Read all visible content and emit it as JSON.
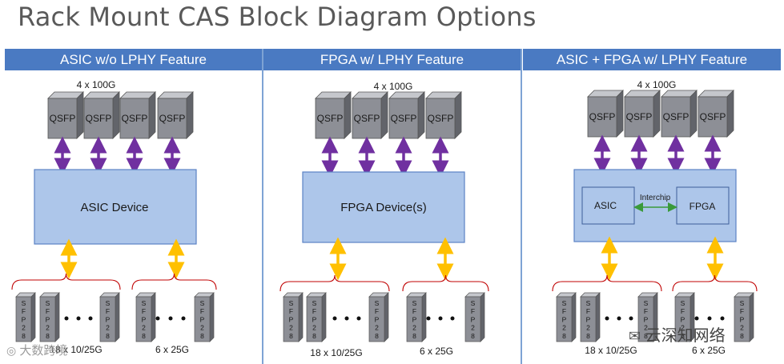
{
  "title": "Rack Mount CAS Block Diagram Options",
  "colors": {
    "header": "#4a7ac2",
    "device_fill": "#adc6ea",
    "device_stroke": "#5b82c4",
    "module_face": "#8d8f96",
    "module_top": "#c5c7cc",
    "module_side": "#62646a",
    "purple_arrow": "#7030a0",
    "yellow_arrow": "#ffc000",
    "bracket": "#c00000",
    "interchip_arrow": "#3a9a3a"
  },
  "panels": [
    {
      "header": "ASIC w/o LPHY Feature",
      "top_label": "4 x 100G",
      "qsfp": [
        "QSFP",
        "QSFP",
        "QSFP",
        "QSFP"
      ],
      "device": "ASIC Device",
      "sfp_chars": [
        "S",
        "F",
        "P",
        "2",
        "8"
      ],
      "left_group_label": "18 x 10/25G",
      "right_group_label": "6 x 25G"
    },
    {
      "header": "FPGA w/ LPHY Feature",
      "top_label": "4 x 100G",
      "qsfp": [
        "QSFP",
        "QSFP",
        "QSFP",
        "QSFP"
      ],
      "device": "FPGA Device(s)",
      "sfp_chars": [
        "S",
        "F",
        "P",
        "2",
        "8"
      ],
      "left_group_label": "18 x 10/25G",
      "right_group_label": "6 x 25G"
    },
    {
      "header": "ASIC + FPGA w/ LPHY Feature",
      "top_label": "4 x 100G",
      "qsfp": [
        "QSFP",
        "QSFP",
        "QSFP",
        "QSFP"
      ],
      "device": "",
      "inner_left": "ASIC",
      "inner_right": "FPGA",
      "inner_link": "Interchip",
      "sfp_chars": [
        "S",
        "F",
        "P",
        "2",
        "8"
      ],
      "left_group_label": "18 x 10/25G",
      "right_group_label": "6 x 25G"
    }
  ],
  "watermarks": {
    "left": "大数跨境",
    "right": "云深知网络"
  }
}
